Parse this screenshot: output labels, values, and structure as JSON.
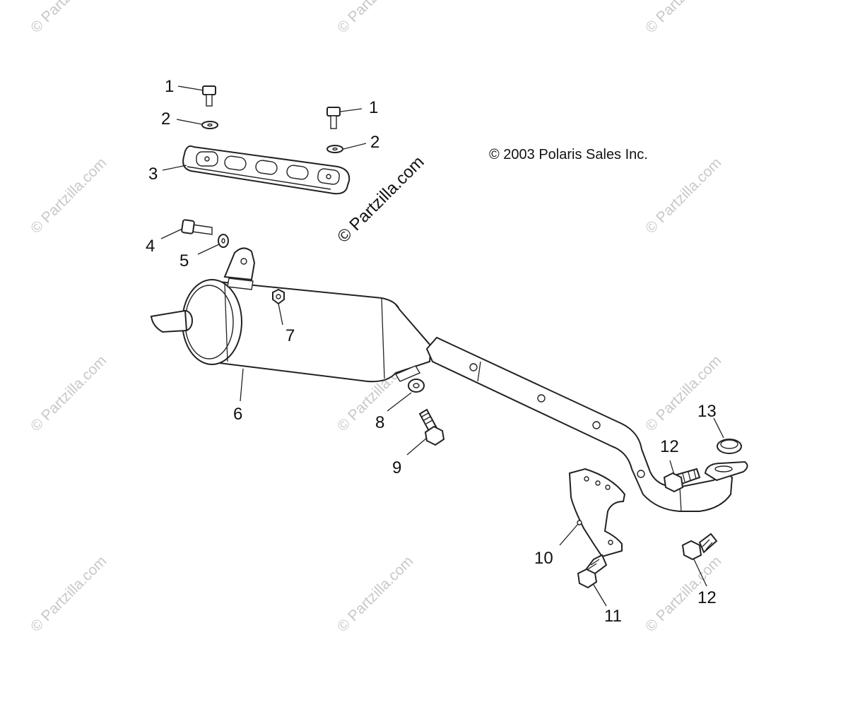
{
  "watermark_text": "© Partzilla.com",
  "main_watermark_text": "© Partzilla.com",
  "copyright": "© 2003 Polaris Sales Inc.",
  "callouts": {
    "c1a": "1",
    "c1b": "1",
    "c2a": "2",
    "c2b": "2",
    "c3": "3",
    "c4": "4",
    "c5": "5",
    "c6": "6",
    "c7": "7",
    "c8": "8",
    "c9": "9",
    "c10": "10",
    "c11": "11",
    "c12a": "12",
    "c12b": "12",
    "c13": "13"
  }
}
